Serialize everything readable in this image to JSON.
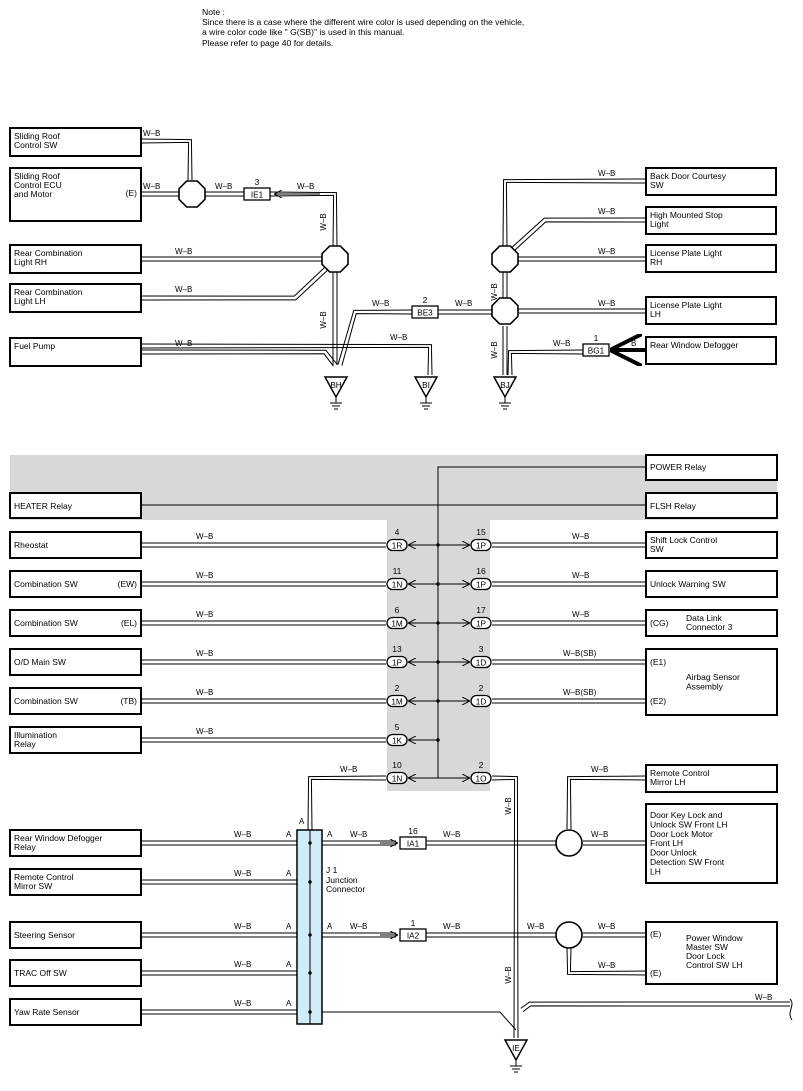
{
  "note": {
    "title": "Note :",
    "lines": [
      "Since there is a case where the different wire color is used depending on the vehicle,",
      "a wire color code like \" G(SB)\" is used in this manual.",
      "Please refer to page 40 for details."
    ]
  },
  "colors": {
    "relay_band": "#d8d8d8",
    "junction": "#d0ecf7",
    "wire": "#000000"
  },
  "wire_color": "W–B",
  "wire_color_alt": "W–B(SB)",
  "wire_color_b": "B",
  "top": {
    "left_boxes": [
      {
        "lines": [
          "Sliding Roof",
          "Control SW"
        ]
      },
      {
        "lines": [
          "Sliding Roof",
          "Control ECU",
          "and Motor"
        ],
        "pin": "(E)"
      },
      {
        "lines": [
          "Rear Combination",
          "Light RH"
        ]
      },
      {
        "lines": [
          "Rear Combination",
          "Light LH"
        ]
      },
      {
        "lines": [
          "Fuel Pump"
        ]
      }
    ],
    "right_boxes": [
      {
        "lines": [
          "Back Door Courtesy",
          "SW"
        ]
      },
      {
        "lines": [
          "High Mounted Stop",
          "Light"
        ]
      },
      {
        "lines": [
          "License Plate Light",
          "RH"
        ]
      },
      {
        "lines": [
          "License Plate Light",
          "LH"
        ]
      },
      {
        "lines": [
          "Rear Window Defogger"
        ]
      }
    ],
    "connectors": [
      {
        "code": "IE1",
        "number": "3"
      },
      {
        "code": "BE3",
        "number": "2"
      },
      {
        "code": "BG1",
        "number": "1"
      }
    ],
    "grounds": [
      "BH",
      "BI",
      "BJ"
    ]
  },
  "relays": {
    "power": "POWER Relay",
    "heater": "HEATER Relay",
    "flsh": "FLSH Relay"
  },
  "mid": {
    "left": [
      {
        "label": "Rheostat",
        "pin": "",
        "num": "4",
        "code": "1R"
      },
      {
        "label": "Combination SW",
        "pin": "(EW)",
        "num": "11",
        "code": "1N"
      },
      {
        "label": "Combination SW",
        "pin": "(EL)",
        "num": "6",
        "code": "1M"
      },
      {
        "label": "O/D Main SW",
        "pin": "",
        "num": "13",
        "code": "1P"
      },
      {
        "label": "Combination SW",
        "pin": "(TB)",
        "num": "2",
        "code": "1M"
      },
      {
        "label": "Illumination|Relay",
        "pin": "",
        "num": "5",
        "code": "1K"
      }
    ],
    "right": [
      {
        "label": "Shift Lock Control|SW",
        "num": "15",
        "code": "1P"
      },
      {
        "label": "Unlock Warning SW",
        "num": "16",
        "code": "1P"
      },
      {
        "label": "Data Link|Connector 3",
        "pin": "(CG)",
        "num": "17",
        "code": "1P"
      },
      {
        "num": "3",
        "code": "1D"
      },
      {
        "num": "2",
        "code": "1D"
      }
    ],
    "airbag": {
      "lines": [
        "Airbag Sensor",
        "Assembly"
      ],
      "pin1": "(E1)",
      "pin2": "(E2)"
    },
    "bottom_left": {
      "num": "10",
      "code": "1N"
    },
    "bottom_right": {
      "num": "2",
      "code": "1O"
    }
  },
  "bottom": {
    "left": [
      {
        "label": "Rear Window Defogger|Relay"
      },
      {
        "label": "Remote Control|Mirror SW"
      },
      {
        "label": "Steering Sensor"
      },
      {
        "label": "TRAC Off SW"
      },
      {
        "label": "Yaw Rate Sensor"
      }
    ],
    "pin_a": "A",
    "junction": {
      "id": "J 1",
      "lines": [
        "Junction",
        "Connector"
      ]
    },
    "connectors": [
      {
        "code": "IA1",
        "number": "16"
      },
      {
        "code": "IA2",
        "number": "1"
      }
    ],
    "right": [
      {
        "lines": [
          "Remote Control",
          "Mirror LH"
        ]
      },
      {
        "lines": [
          "Door Key Lock and",
          "Unlock SW Front LH",
          "Door Lock Motor",
          "Front LH",
          "Door Unlock",
          "Detection SW Front",
          "LH"
        ]
      },
      {
        "lines": [
          "Power Window",
          "Master SW",
          "Door Lock",
          "Control SW LH"
        ],
        "pin": "(E)"
      }
    ],
    "ground": "IE"
  }
}
